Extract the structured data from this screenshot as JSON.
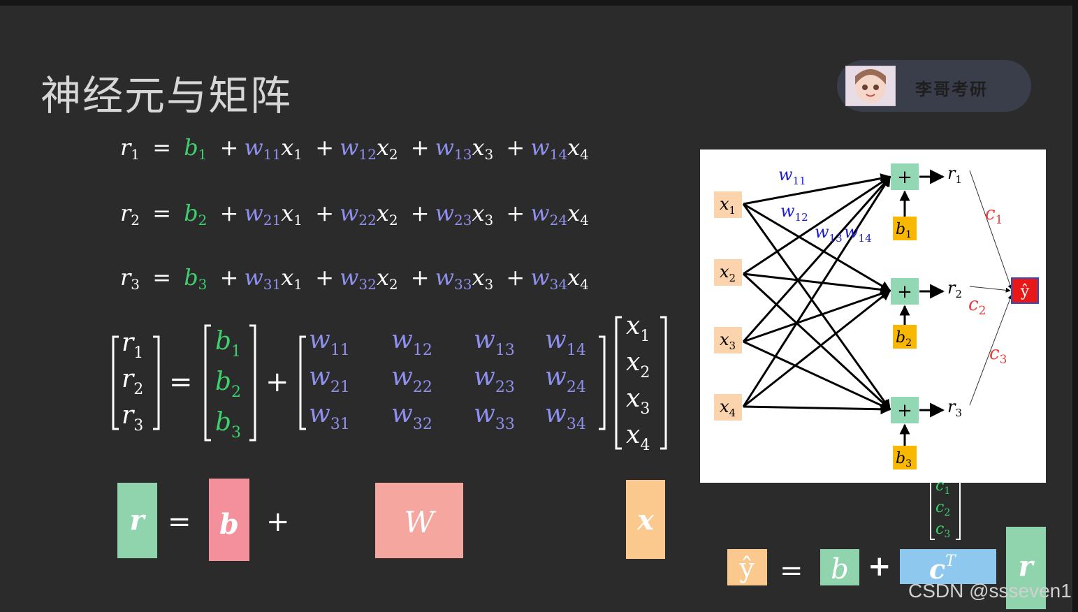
{
  "title": "神经元与矩阵",
  "badge": {
    "name": "李哥考研"
  },
  "watermark": "CSDN @ssseven1",
  "colors": {
    "bias": "#3fcf6c",
    "weight": "#8f90ee",
    "cost": "#ff4d4d",
    "background": "#2b2b2b"
  },
  "equations": [
    {
      "lhs": "r",
      "lhs_sub": "1",
      "bias": "b",
      "bias_sub": "1",
      "terms": [
        {
          "w": "w",
          "w_sub": "11",
          "x": "x",
          "x_sub": "1"
        },
        {
          "w": "w",
          "w_sub": "12",
          "x": "x",
          "x_sub": "2"
        },
        {
          "w": "w",
          "w_sub": "13",
          "x": "x",
          "x_sub": "3"
        },
        {
          "w": "w",
          "w_sub": "14",
          "x": "x",
          "x_sub": "4"
        }
      ]
    },
    {
      "lhs": "r",
      "lhs_sub": "2",
      "bias": "b",
      "bias_sub": "2",
      "terms": [
        {
          "w": "w",
          "w_sub": "21",
          "x": "x",
          "x_sub": "1"
        },
        {
          "w": "w",
          "w_sub": "22",
          "x": "x",
          "x_sub": "2"
        },
        {
          "w": "w",
          "w_sub": "23",
          "x": "x",
          "x_sub": "3"
        },
        {
          "w": "w",
          "w_sub": "24",
          "x": "x",
          "x_sub": "4"
        }
      ]
    },
    {
      "lhs": "r",
      "lhs_sub": "3",
      "bias": "b",
      "bias_sub": "3",
      "terms": [
        {
          "w": "w",
          "w_sub": "31",
          "x": "x",
          "x_sub": "1"
        },
        {
          "w": "w",
          "w_sub": "32",
          "x": "x",
          "x_sub": "2"
        },
        {
          "w": "w",
          "w_sub": "33",
          "x": "x",
          "x_sub": "3"
        },
        {
          "w": "w",
          "w_sub": "34",
          "x": "x",
          "x_sub": "4"
        }
      ]
    }
  ],
  "matrix": {
    "r": [
      {
        "v": "r",
        "s": "1"
      },
      {
        "v": "r",
        "s": "2"
      },
      {
        "v": "r",
        "s": "3"
      }
    ],
    "b": [
      {
        "v": "b",
        "s": "1"
      },
      {
        "v": "b",
        "s": "2"
      },
      {
        "v": "b",
        "s": "3"
      }
    ],
    "W": [
      [
        {
          "v": "w",
          "s": "11"
        },
        {
          "v": "w",
          "s": "12"
        },
        {
          "v": "w",
          "s": "13"
        },
        {
          "v": "w",
          "s": "14"
        }
      ],
      [
        {
          "v": "w",
          "s": "21"
        },
        {
          "v": "w",
          "s": "22"
        },
        {
          "v": "w",
          "s": "23"
        },
        {
          "v": "w",
          "s": "24"
        }
      ],
      [
        {
          "v": "w",
          "s": "31"
        },
        {
          "v": "w",
          "s": "32"
        },
        {
          "v": "w",
          "s": "33"
        },
        {
          "v": "w",
          "s": "34"
        }
      ]
    ],
    "x": [
      {
        "v": "x",
        "s": "1"
      },
      {
        "v": "x",
        "s": "2"
      },
      {
        "v": "x",
        "s": "3"
      },
      {
        "v": "x",
        "s": "4"
      }
    ]
  },
  "operators": {
    "eq": "=",
    "plus": "+"
  },
  "blocks": {
    "r": "r",
    "b": "b",
    "W": "W",
    "x": "x"
  },
  "output_eq": {
    "y": "ŷ",
    "b": "b",
    "c": "c",
    "c_sup": "T",
    "r": "r",
    "c_vec": [
      {
        "v": "c",
        "s": "1"
      },
      {
        "v": "c",
        "s": "2"
      },
      {
        "v": "c",
        "s": "3"
      }
    ]
  },
  "diagram": {
    "inputs": [
      {
        "v": "x",
        "s": "1"
      },
      {
        "v": "x",
        "s": "2"
      },
      {
        "v": "x",
        "s": "3"
      },
      {
        "v": "x",
        "s": "4"
      }
    ],
    "weight_labels": [
      {
        "v": "w",
        "s": "11"
      },
      {
        "v": "w",
        "s": "12"
      },
      {
        "v": "w",
        "s": "13"
      },
      {
        "v": "w",
        "s": "14"
      }
    ],
    "sum_symbol": "+",
    "biases": [
      {
        "v": "b",
        "s": "1"
      },
      {
        "v": "b",
        "s": "2"
      },
      {
        "v": "b",
        "s": "3"
      }
    ],
    "outputs": [
      {
        "v": "r",
        "s": "1"
      },
      {
        "v": "r",
        "s": "2"
      },
      {
        "v": "r",
        "s": "3"
      }
    ],
    "coefficients": [
      {
        "v": "c",
        "s": "1"
      },
      {
        "v": "c",
        "s": "2"
      },
      {
        "v": "c",
        "s": "3"
      }
    ],
    "final": "ŷ"
  }
}
